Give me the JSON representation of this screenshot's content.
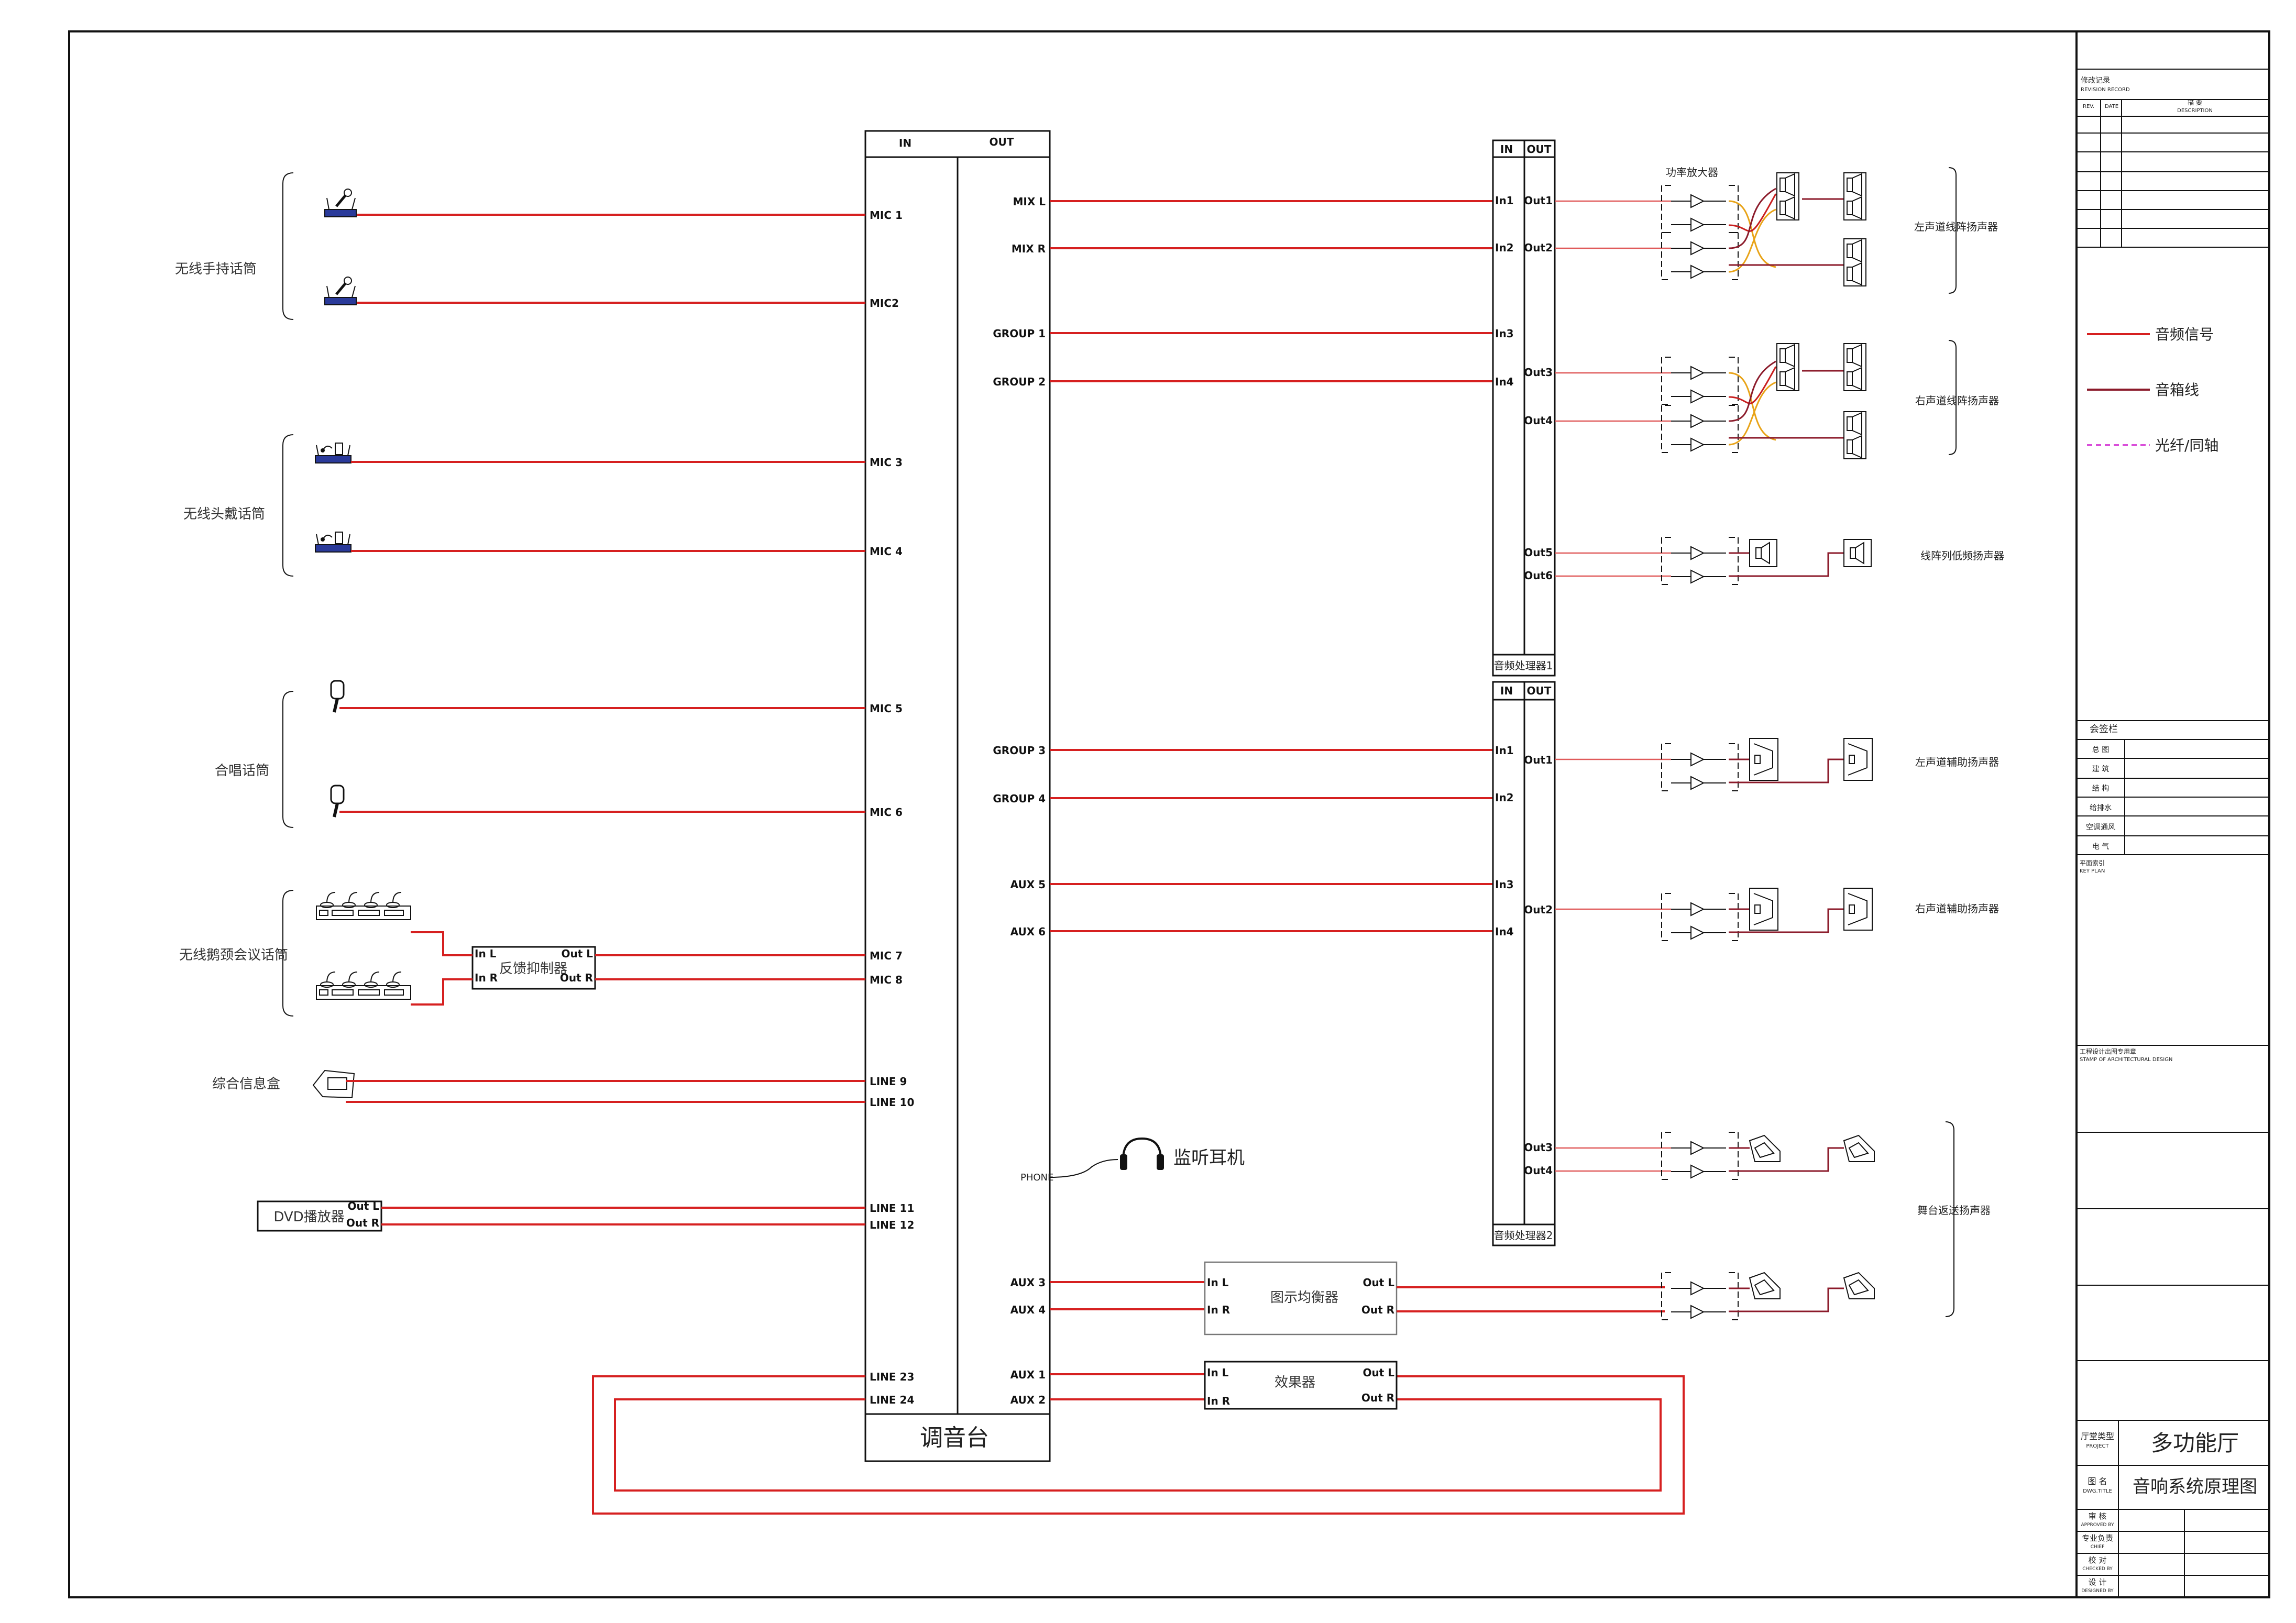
{
  "mixer": {
    "in": "IN",
    "out": "OUT",
    "name": "调音台",
    "phone": "PHONE"
  },
  "inputs": [
    "MIC 1",
    "MIC2",
    "MIC 3",
    "MIC 4",
    "MIC 5",
    "MIC 6",
    "MIC 7",
    "MIC 8",
    "LINE 9",
    "LINE 10",
    "LINE 11",
    "LINE 12",
    "LINE 23",
    "LINE 24"
  ],
  "outputs": [
    "MIX L",
    "MIX R",
    "GROUP 1",
    "GROUP 2",
    "GROUP 3",
    "GROUP 4",
    "AUX 5",
    "AUX 6",
    "AUX 3",
    "AUX 4",
    "AUX 1",
    "AUX 2"
  ],
  "sources": {
    "handheld": "无线手持话筒",
    "headset": "无线头戴话筒",
    "choir": "合唱话筒",
    "conference": "无线鹅颈会议话筒",
    "info_box": "综合信息盒",
    "dvd": "DVD播放器",
    "feedback": "反馈抑制器",
    "headphones": "监听耳机"
  },
  "feedback_ports": {
    "in_l": "In L",
    "in_r": "In R",
    "out_l": "Out L",
    "out_r": "Out R"
  },
  "dvd_ports": {
    "out_l": "Out L",
    "out_r": "Out R"
  },
  "processor1": {
    "in": "IN",
    "out": "OUT",
    "name": "音频处理器1",
    "ins": [
      "In1",
      "In2",
      "In3",
      "In4"
    ],
    "outs": [
      "Out1",
      "Out2",
      "Out3",
      "Out4",
      "Out5",
      "Out6"
    ]
  },
  "processor2": {
    "in": "IN",
    "out": "OUT",
    "name": "音频处理器2",
    "ins": [
      "In1",
      "In2",
      "In3",
      "In4"
    ],
    "outs": [
      "Out1",
      "Out2",
      "Out3",
      "Out4"
    ]
  },
  "amp_label": "功率放大器",
  "speakers": {
    "left_line_array": "左声道线阵扬声器",
    "right_line_array": "右声道线阵扬声器",
    "sub": "线阵列低频扬声器",
    "left_aux": "左声道辅助扬声器",
    "right_aux": "右声道辅助扬声器",
    "stage_monitor": "舞台返送扬声器"
  },
  "eq": {
    "name": "图示均衡器",
    "in_l": "In L",
    "in_r": "In R",
    "out_l": "Out L",
    "out_r": "Out R"
  },
  "fx": {
    "name": "效果器",
    "in_l": "In L",
    "in_r": "In R",
    "out_l": "Out L",
    "out_r": "Out R"
  },
  "legend": [
    {
      "label": "音频信号",
      "color": "#d62020"
    },
    {
      "label": "音箱线",
      "color": "#8b1a2a"
    },
    {
      "label": "光纤/同轴",
      "color": "#d94ed9"
    }
  ],
  "title_block": {
    "revision": "修改记录",
    "revision_en": "REVISION RECORD",
    "rev": "REV.",
    "date": "DATE",
    "desc": "描 要",
    "desc_en": "DESCRIPTION",
    "sign_title": "会签栏",
    "sign_rows": [
      "总 图",
      "建 筑",
      "结 构",
      "给排水",
      "空调通风",
      "电 气"
    ],
    "key_plan": "平面索引",
    "key_plan_en": "KEY PLAN",
    "stamp": "工程设计出图专用章",
    "stamp_en": "STAMP OF ARCHITECTURAL DESIGN",
    "project_label": "厅堂类型",
    "project_label_en": "PROJECT",
    "project": "多功能厅",
    "title_label": "图 名",
    "title_label_en": "DWG.TITLE",
    "title": "音响系统原理图",
    "approvals": [
      {
        "cn": "审 核",
        "en": "APPROVED BY"
      },
      {
        "cn": "专业负责",
        "en": "CHIEF"
      },
      {
        "cn": "校 对",
        "en": "CHECKED BY"
      },
      {
        "cn": "设 计",
        "en": "DESIGNED BY"
      }
    ]
  }
}
